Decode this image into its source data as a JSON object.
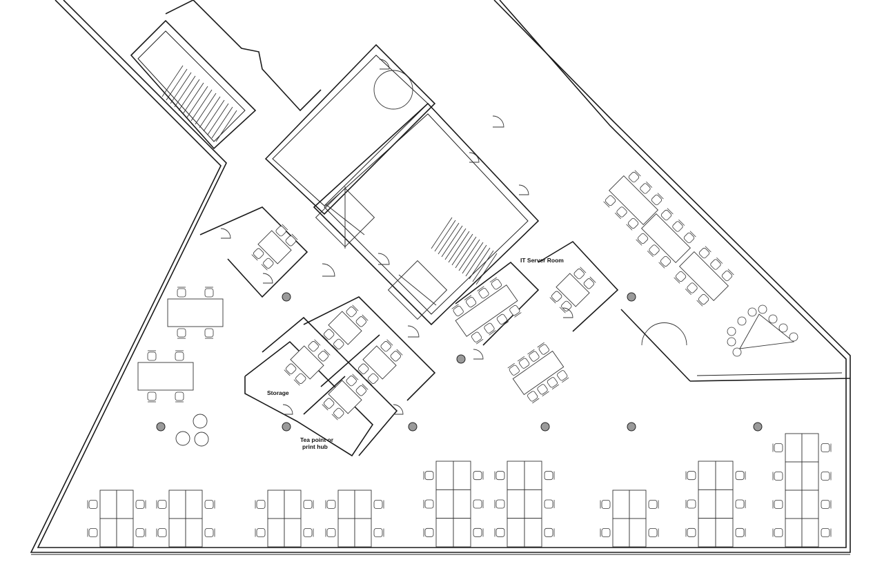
{
  "labels": {
    "it_server_room": "IT Server Room",
    "storage": "Storage",
    "tea_point_line1": "Tea point or",
    "tea_point_line2": "print hub"
  },
  "colors": {
    "wall": "#1a1a1a",
    "column": "#9a9a9a",
    "background": "#ffffff"
  }
}
